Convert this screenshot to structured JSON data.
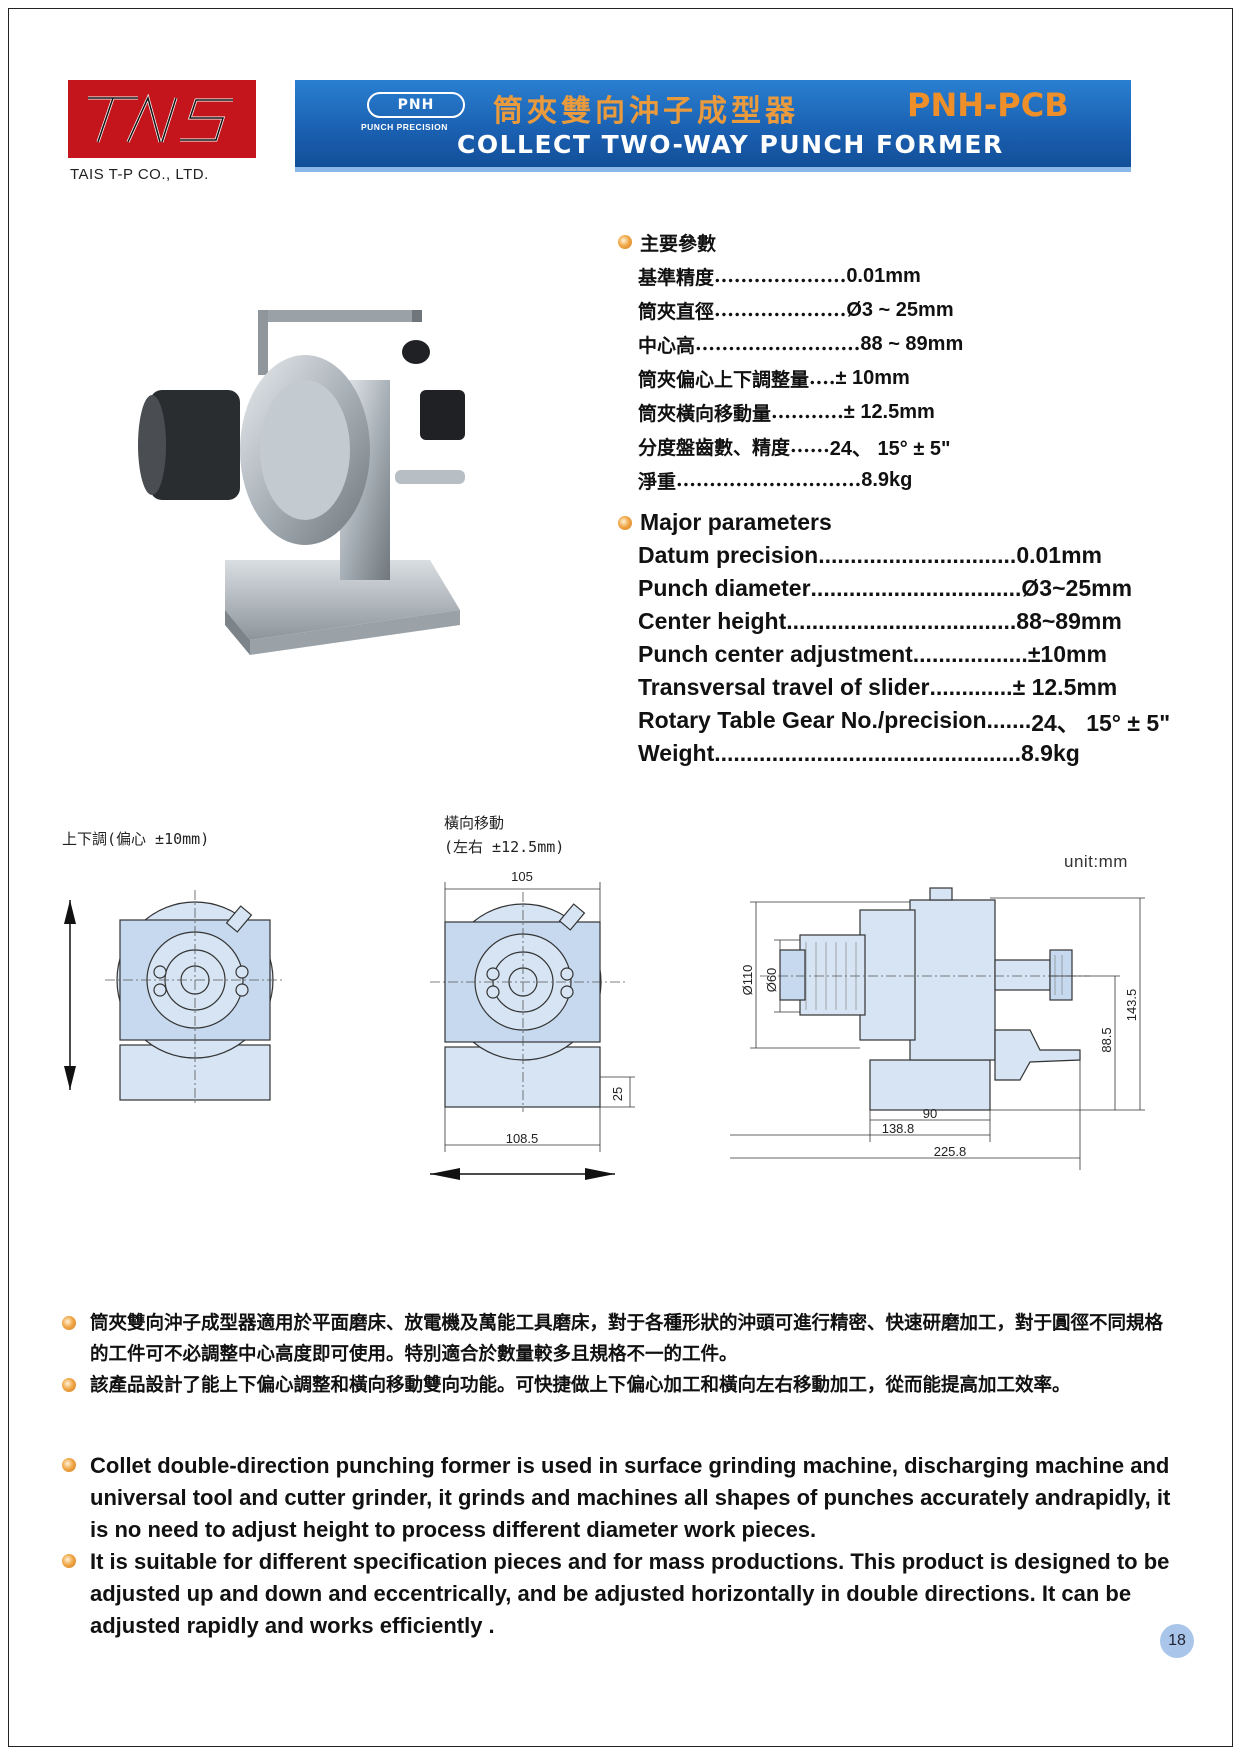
{
  "header": {
    "logo_text": "TAIS",
    "company": "TAIS T-P CO., LTD.",
    "badge": "PNH",
    "badge_sub": "PUNCH PRECISION",
    "title_cn": "筒夾雙向沖子成型器",
    "title_code": "PNH-PCB",
    "title_en": "COLLECT TWO-WAY PUNCH FORMER"
  },
  "specs_cn": {
    "heading": "主要參數",
    "rows": [
      {
        "label": "基準精度",
        "dots": "....................",
        "value": "0.01mm"
      },
      {
        "label": "筒夾直徑",
        "dots": "....................",
        "value": "Ø3 ~ 25mm"
      },
      {
        "label": "中心高",
        "dots": ".........................",
        "value": "88 ~ 89mm"
      },
      {
        "label": "筒夾偏心上下調整量",
        "dots": "....",
        "value": "± 10mm"
      },
      {
        "label": "筒夾橫向移動量",
        "dots": "...........",
        "value": "± 12.5mm"
      },
      {
        "label": "分度盤齒數、精度",
        "dots": "......",
        "value": "24、 15° ± 5\""
      },
      {
        "label": "淨重",
        "dots": "............................",
        "value": "8.9kg"
      }
    ]
  },
  "specs_en": {
    "heading": "Major parameters",
    "rows": [
      {
        "label": "Datum precision",
        "dots": "...............................",
        "value": "0.01mm"
      },
      {
        "label": "Punch diameter",
        "dots": ".................................",
        "value": "Ø3~25mm"
      },
      {
        "label": "Center height",
        "dots": "....................................",
        "value": "88~89mm"
      },
      {
        "label": "Punch center adjustment",
        "dots": "..................",
        "value": " ±10mm"
      },
      {
        "label": "Transversal  travel  of  slider",
        "dots": ".............",
        "value": " ± 12.5mm"
      },
      {
        "label": "Rotary Table Gear No./precision",
        "dots": ".......",
        "value": "24、 15° ± 5\""
      },
      {
        "label": "Weight",
        "dots": "................................................",
        "value": "8.9kg"
      }
    ]
  },
  "drawings": {
    "label_updown": "上下調(偏心 ±10mm)",
    "label_lateral_1": "橫向移動",
    "label_lateral_2": "(左右 ±12.5mm)",
    "unit": "unit:mm",
    "dim_105": "105",
    "dim_25": "25",
    "dim_1085": "108.5",
    "dim_110": "Ø110",
    "dim_60": "Ø60",
    "dim_90": "90",
    "dim_1388": "138.8",
    "dim_2258": "225.8",
    "dim_885": "88.5",
    "dim_1435": "143.5"
  },
  "desc_cn": [
    "筒夾雙向沖子成型器適用於平面磨床、放電機及萬能工具磨床，對于各種形狀的沖頭可進行精密、快速研磨加工，對于圓徑不同規格的工件可不必調整中心高度即可使用。特別適合於數量較多且規格不一的工件。",
    "該產品設計了能上下偏心調整和橫向移動雙向功能。可快捷做上下偏心加工和橫向左右移動加工，從而能提高加工效率。"
  ],
  "desc_en": [
    "Collet double-direction punching former is used in surface grinding machine, discharging machine and universal tool and cutter grinder, it grinds and machines all shapes of punches accurately andrapidly, it is no need to adjust height to process different diameter work pieces.",
    "It is suitable for different specification pieces and for mass productions. This product is designed to be adjusted up and down and eccentrically, and be adjusted horizontally in double directions. It can be adjusted rapidly and works efficiently ."
  ],
  "page_number": "18",
  "colors": {
    "banner": "#1a5fb0",
    "accent_orange": "#ef8f2a",
    "logo_red": "#c4151c",
    "drawing_fill": "#d6e4f3"
  }
}
